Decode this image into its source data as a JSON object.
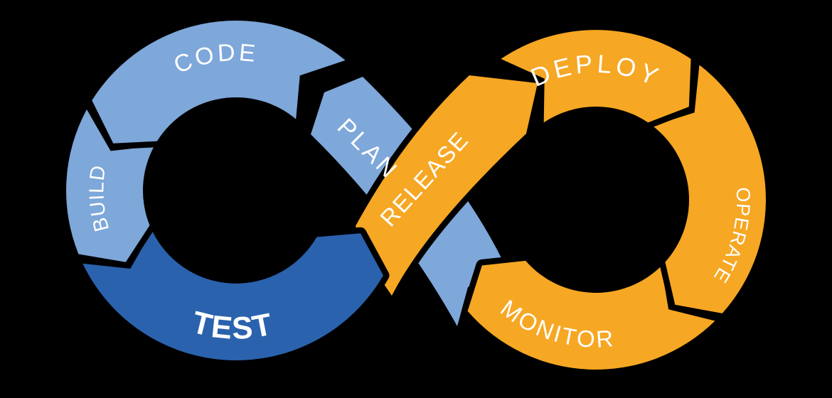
{
  "diagram": {
    "background_color": "#000000",
    "label_color": "#FFFFFF",
    "colors": {
      "light_blue": "#7EA7DA",
      "dark_blue": "#2A62AD",
      "orange": "#F6A723"
    },
    "segments": [
      {
        "id": "plan",
        "label": "PLAN",
        "color": "light_blue"
      },
      {
        "id": "code",
        "label": "CODE",
        "color": "light_blue"
      },
      {
        "id": "build",
        "label": "BUILD",
        "color": "light_blue"
      },
      {
        "id": "test",
        "label": "TEST",
        "color": "dark_blue"
      },
      {
        "id": "release",
        "label": "RELEASE",
        "color": "orange"
      },
      {
        "id": "deploy",
        "label": "DEPLOY",
        "color": "orange"
      },
      {
        "id": "operate",
        "label": "OPERATE",
        "color": "orange"
      },
      {
        "id": "monitor",
        "label": "MONITOR",
        "color": "orange"
      }
    ]
  }
}
